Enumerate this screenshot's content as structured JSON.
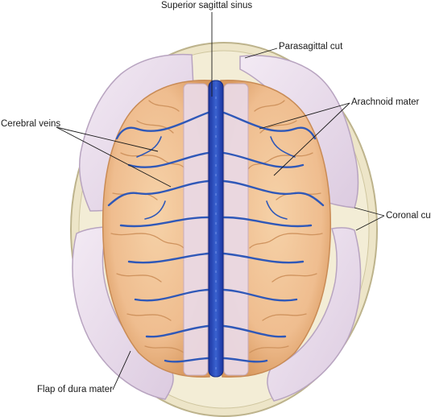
{
  "labels": {
    "superior_sagittal_sinus": "Superior sagittal sinus",
    "parasagittal_cut": "Parasagittal cut",
    "arachnoid_mater": "Arachnoid mater",
    "cerebral_veins": "Cerebral veins",
    "coronal_cut": "Coronal cut",
    "flap_of_dura_mater": "Flap of dura mater"
  },
  "colors": {
    "cortex": "#f1c397",
    "cortex_shadow": "#d99a66",
    "vein": "#2f58b8",
    "sinus": "#1f3fb0",
    "dura": "#ece0ee",
    "dura_edge": "#b8a4c0",
    "bone": "#ede5c8",
    "bone_edge": "#bdb38c"
  }
}
